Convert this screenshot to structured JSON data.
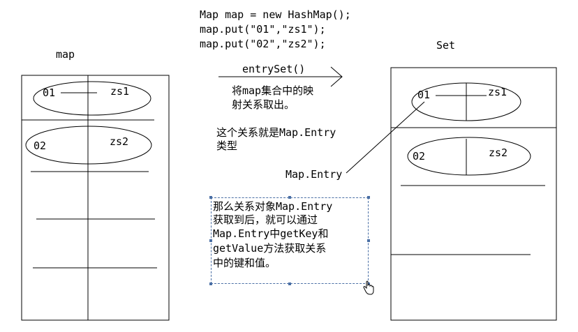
{
  "code": {
    "line1": "Map map = new HashMap();",
    "line2": "map.put(\"01\",\"zs1\");",
    "line3": "map.put(\"02\",\"zs2\");"
  },
  "labels": {
    "map_title": "map",
    "set_title": "Set",
    "entryset": "entrySet()",
    "map_entry": "Map.Entry"
  },
  "map_entries": [
    {
      "key": "01",
      "value": "zs1"
    },
    {
      "key": "02",
      "value": "zs2"
    }
  ],
  "set_entries": [
    {
      "key": "01",
      "value": "zs1"
    },
    {
      "key": "02",
      "value": "zs2"
    }
  ],
  "notes": {
    "extract_line1": "将map集合中的映",
    "extract_line2": "射关系取出。",
    "type_line1": "这个关系就是Map.Entry",
    "type_line2": "类型",
    "box_line1": "那么关系对象Map.Entry",
    "box_line2": "获取到后，就可以通过",
    "box_line3": "Map.Entry中getKey和",
    "box_line4": "getValue方法获取关系",
    "box_line5": "中的键和值。"
  }
}
